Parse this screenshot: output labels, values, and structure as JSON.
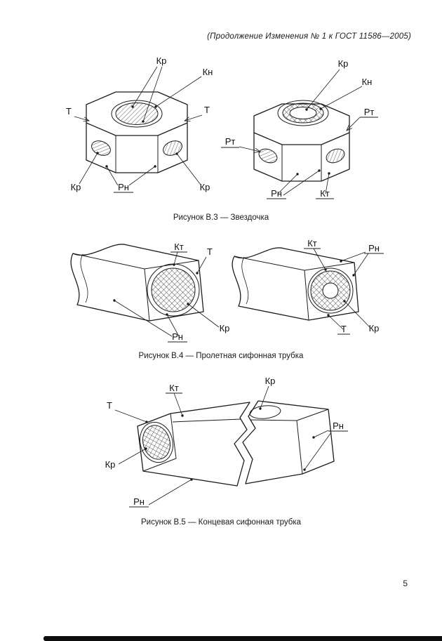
{
  "page": {
    "header": "(Продолжение Изменения № 1 к ГОСТ 11586—2005)",
    "page_number": "5"
  },
  "colors": {
    "ink": "#1c1c1c",
    "paper": "#ffffff"
  },
  "labels": {
    "kr": "Кр",
    "kn": "Кн",
    "t": "Т",
    "rt": "Рт",
    "rn": "Рн",
    "kt": "Кт"
  },
  "figures": {
    "b3": {
      "caption": "Рисунок В.3 — Звездочка"
    },
    "b4": {
      "caption": "Рисунок В.4 — Пролетная сифонная трубка"
    },
    "b5": {
      "caption": "Рисунок В.5 — Концевая сифонная трубка"
    }
  }
}
